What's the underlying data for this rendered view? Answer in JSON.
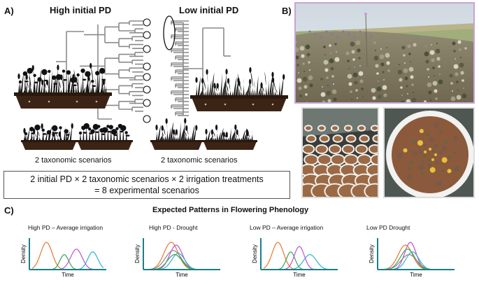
{
  "panel_a": {
    "label": "A)",
    "title_high": "High initial PD",
    "title_low": "Low initial PD",
    "scenario_left": "2 taxonomic scenarios",
    "scenario_right": "2 taxonomic scenarios",
    "formula_line1": "2 initial PD  × 2 taxonomic scenarios × 2 irrigation treatments",
    "formula_line2": "= 8 experimental scenarios"
  },
  "panel_b": {
    "label": "B)"
  },
  "panel_c": {
    "label": "C)",
    "title": "Expected Patterns in Flowering Phenology",
    "plots": [
      {
        "subtitle": "High PD – Average irrigation",
        "ylabel": "Density",
        "xlabel": "Time"
      },
      {
        "subtitle": "High PD - Drought",
        "ylabel": "Density",
        "xlabel": "Time"
      },
      {
        "subtitle": "Low PD – Average irrigation",
        "ylabel": "Density",
        "xlabel": "Time"
      },
      {
        "subtitle": "Low PD Drought",
        "ylabel": "Density",
        "xlabel": "Time"
      }
    ]
  },
  "colors": {
    "curve_orange": "#e8772e",
    "curve_green": "#3aa655",
    "curve_magenta": "#c24fd0",
    "curve_cyan": "#2fb3c9",
    "curve_gray": "#888888",
    "axis_teal": "#1a7f8a",
    "pot_brown": "#3b2415",
    "tree_gray": "#8a8a8a",
    "photo_border": "#c9a3d6"
  }
}
